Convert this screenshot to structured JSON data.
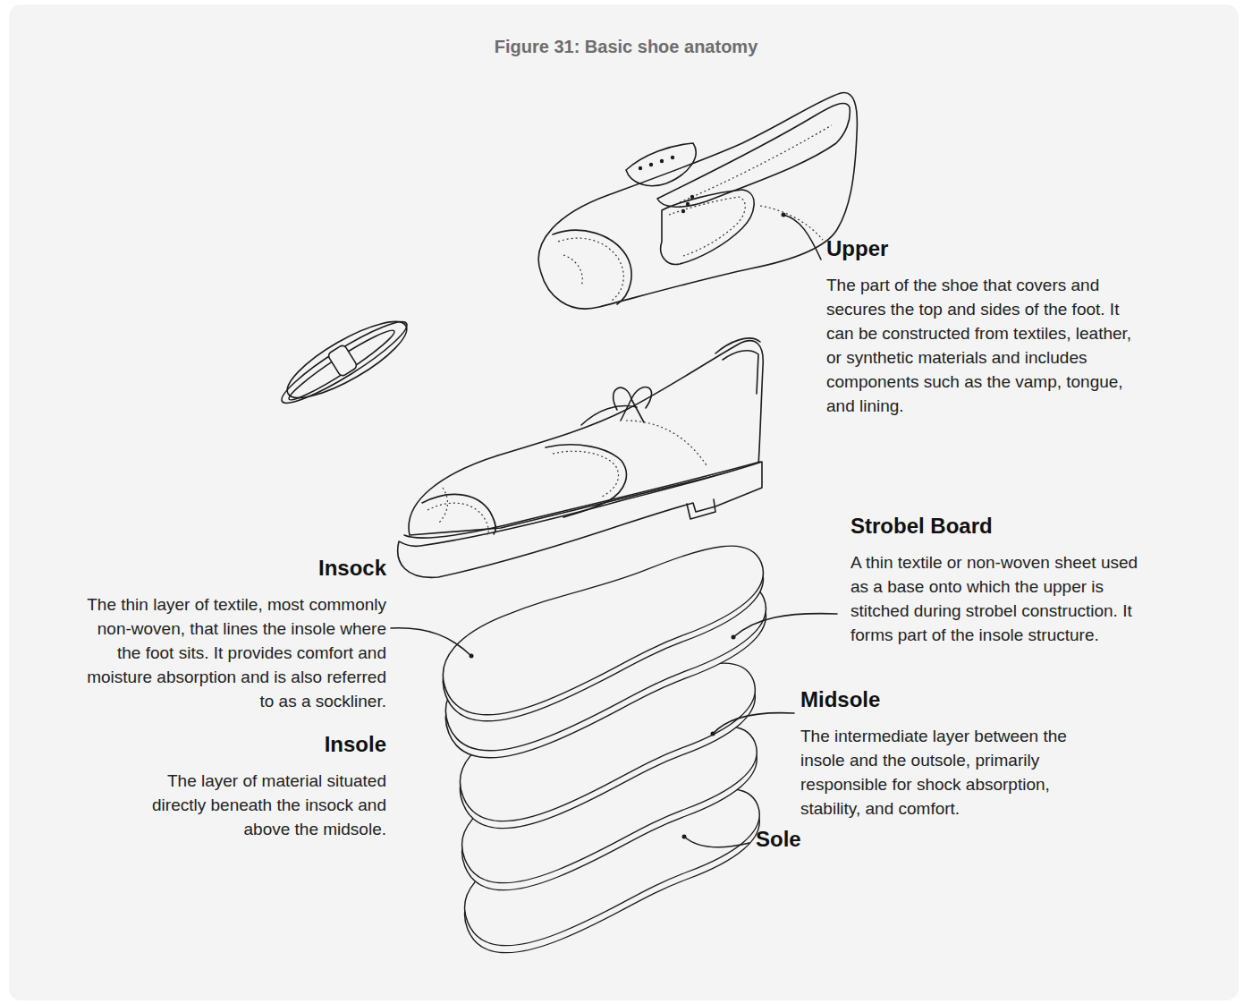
{
  "diagram": {
    "title": "Figure 31: Basic shoe anatomy",
    "labels": [
      "Upper",
      "The part of the shoe that covers and secures the top and sides of the foot. It can be constructed from textiles, leather, or synthetic materials and includes components such as the vamp, tongue, and lining.",
      "Strobel Board",
      "A thin textile or non-woven sheet used as a base onto which the upper is stitched during strobel construction. It forms part of the insole structure.",
      "Insock",
      "The thin layer of textile, most commonly non-woven, that lines the insole where the foot sits. It provides comfort and moisture absorption and is also referred to as a sockliner.",
      "Insole",
      "The layer of material situated directly beneath the insock and above the midsole.",
      "Midsole",
      "The intermediate layer between the insole and the outsole, primarily responsible for shock absorption, stability, and comfort.",
      "Sole"
    ]
  }
}
